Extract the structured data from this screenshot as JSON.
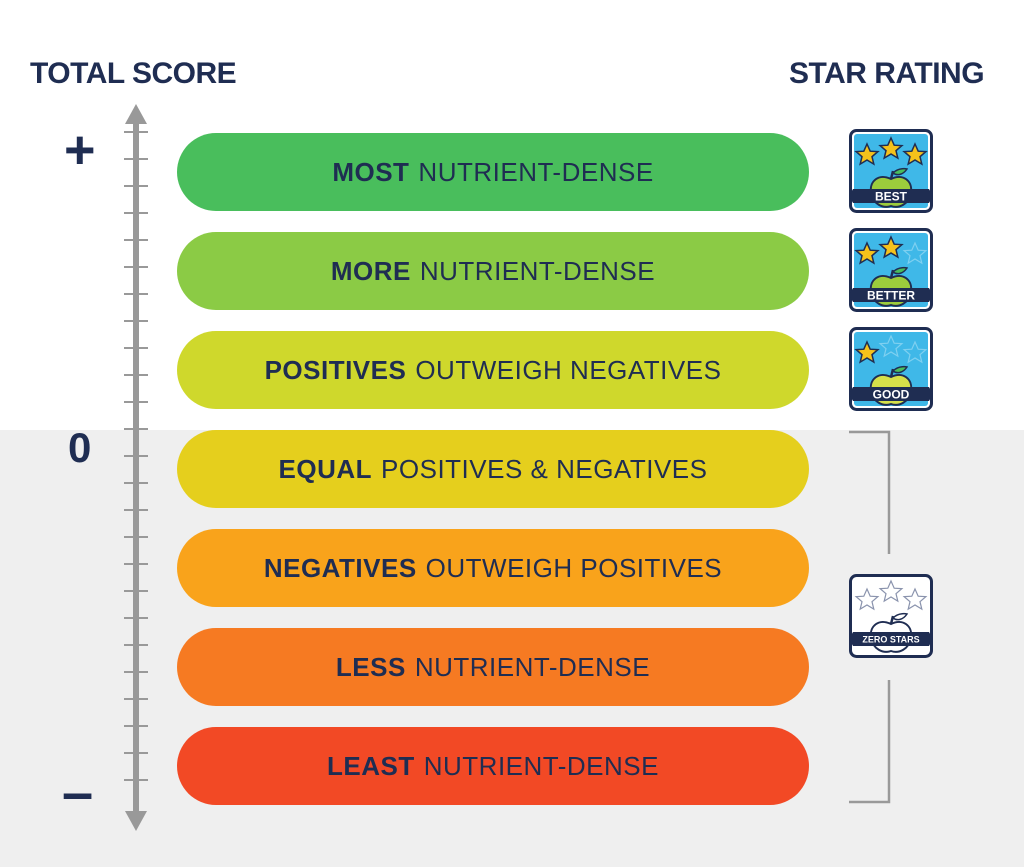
{
  "headers": {
    "left": "TOTAL SCORE",
    "right": "STAR RATING"
  },
  "axis": {
    "top": "+",
    "middle": "0",
    "bottom": "–"
  },
  "bands": [
    {
      "strong": "MOST",
      "rest": "NUTRIENT-DENSE",
      "color": "#49be5c"
    },
    {
      "strong": "MORE",
      "rest": "NUTRIENT-DENSE",
      "color": "#8bcb45"
    },
    {
      "strong": "POSITIVES",
      "rest": "OUTWEIGH NEGATIVES",
      "color": "#cfd82c"
    },
    {
      "strong": "EQUAL",
      "rest": "POSITIVES & NEGATIVES",
      "color": "#e5cf1d"
    },
    {
      "strong": "NEGATIVES",
      "rest": "OUTWEIGH POSITIVES",
      "color": "#f9a31b"
    },
    {
      "strong": "LESS",
      "rest": "NUTRIENT-DENSE",
      "color": "#f67a22"
    },
    {
      "strong": "LEAST",
      "rest": "NUTRIENT-DENSE",
      "color": "#f24925"
    }
  ],
  "badges": [
    {
      "label": "BEST",
      "stars": 3,
      "icon": "three-star-apple-badge"
    },
    {
      "label": "BETTER",
      "stars": 2,
      "icon": "two-star-apple-badge"
    },
    {
      "label": "GOOD",
      "stars": 1,
      "icon": "one-star-apple-badge"
    },
    {
      "label": "ZERO STARS",
      "stars": 0,
      "icon": "zero-star-apple-badge"
    }
  ],
  "colors": {
    "navy": "#1f2d52",
    "badge_sky": "#3fb8e8",
    "star": "#f5c21b",
    "axis_gray": "#999999",
    "bottom_bg": "#efefef"
  }
}
